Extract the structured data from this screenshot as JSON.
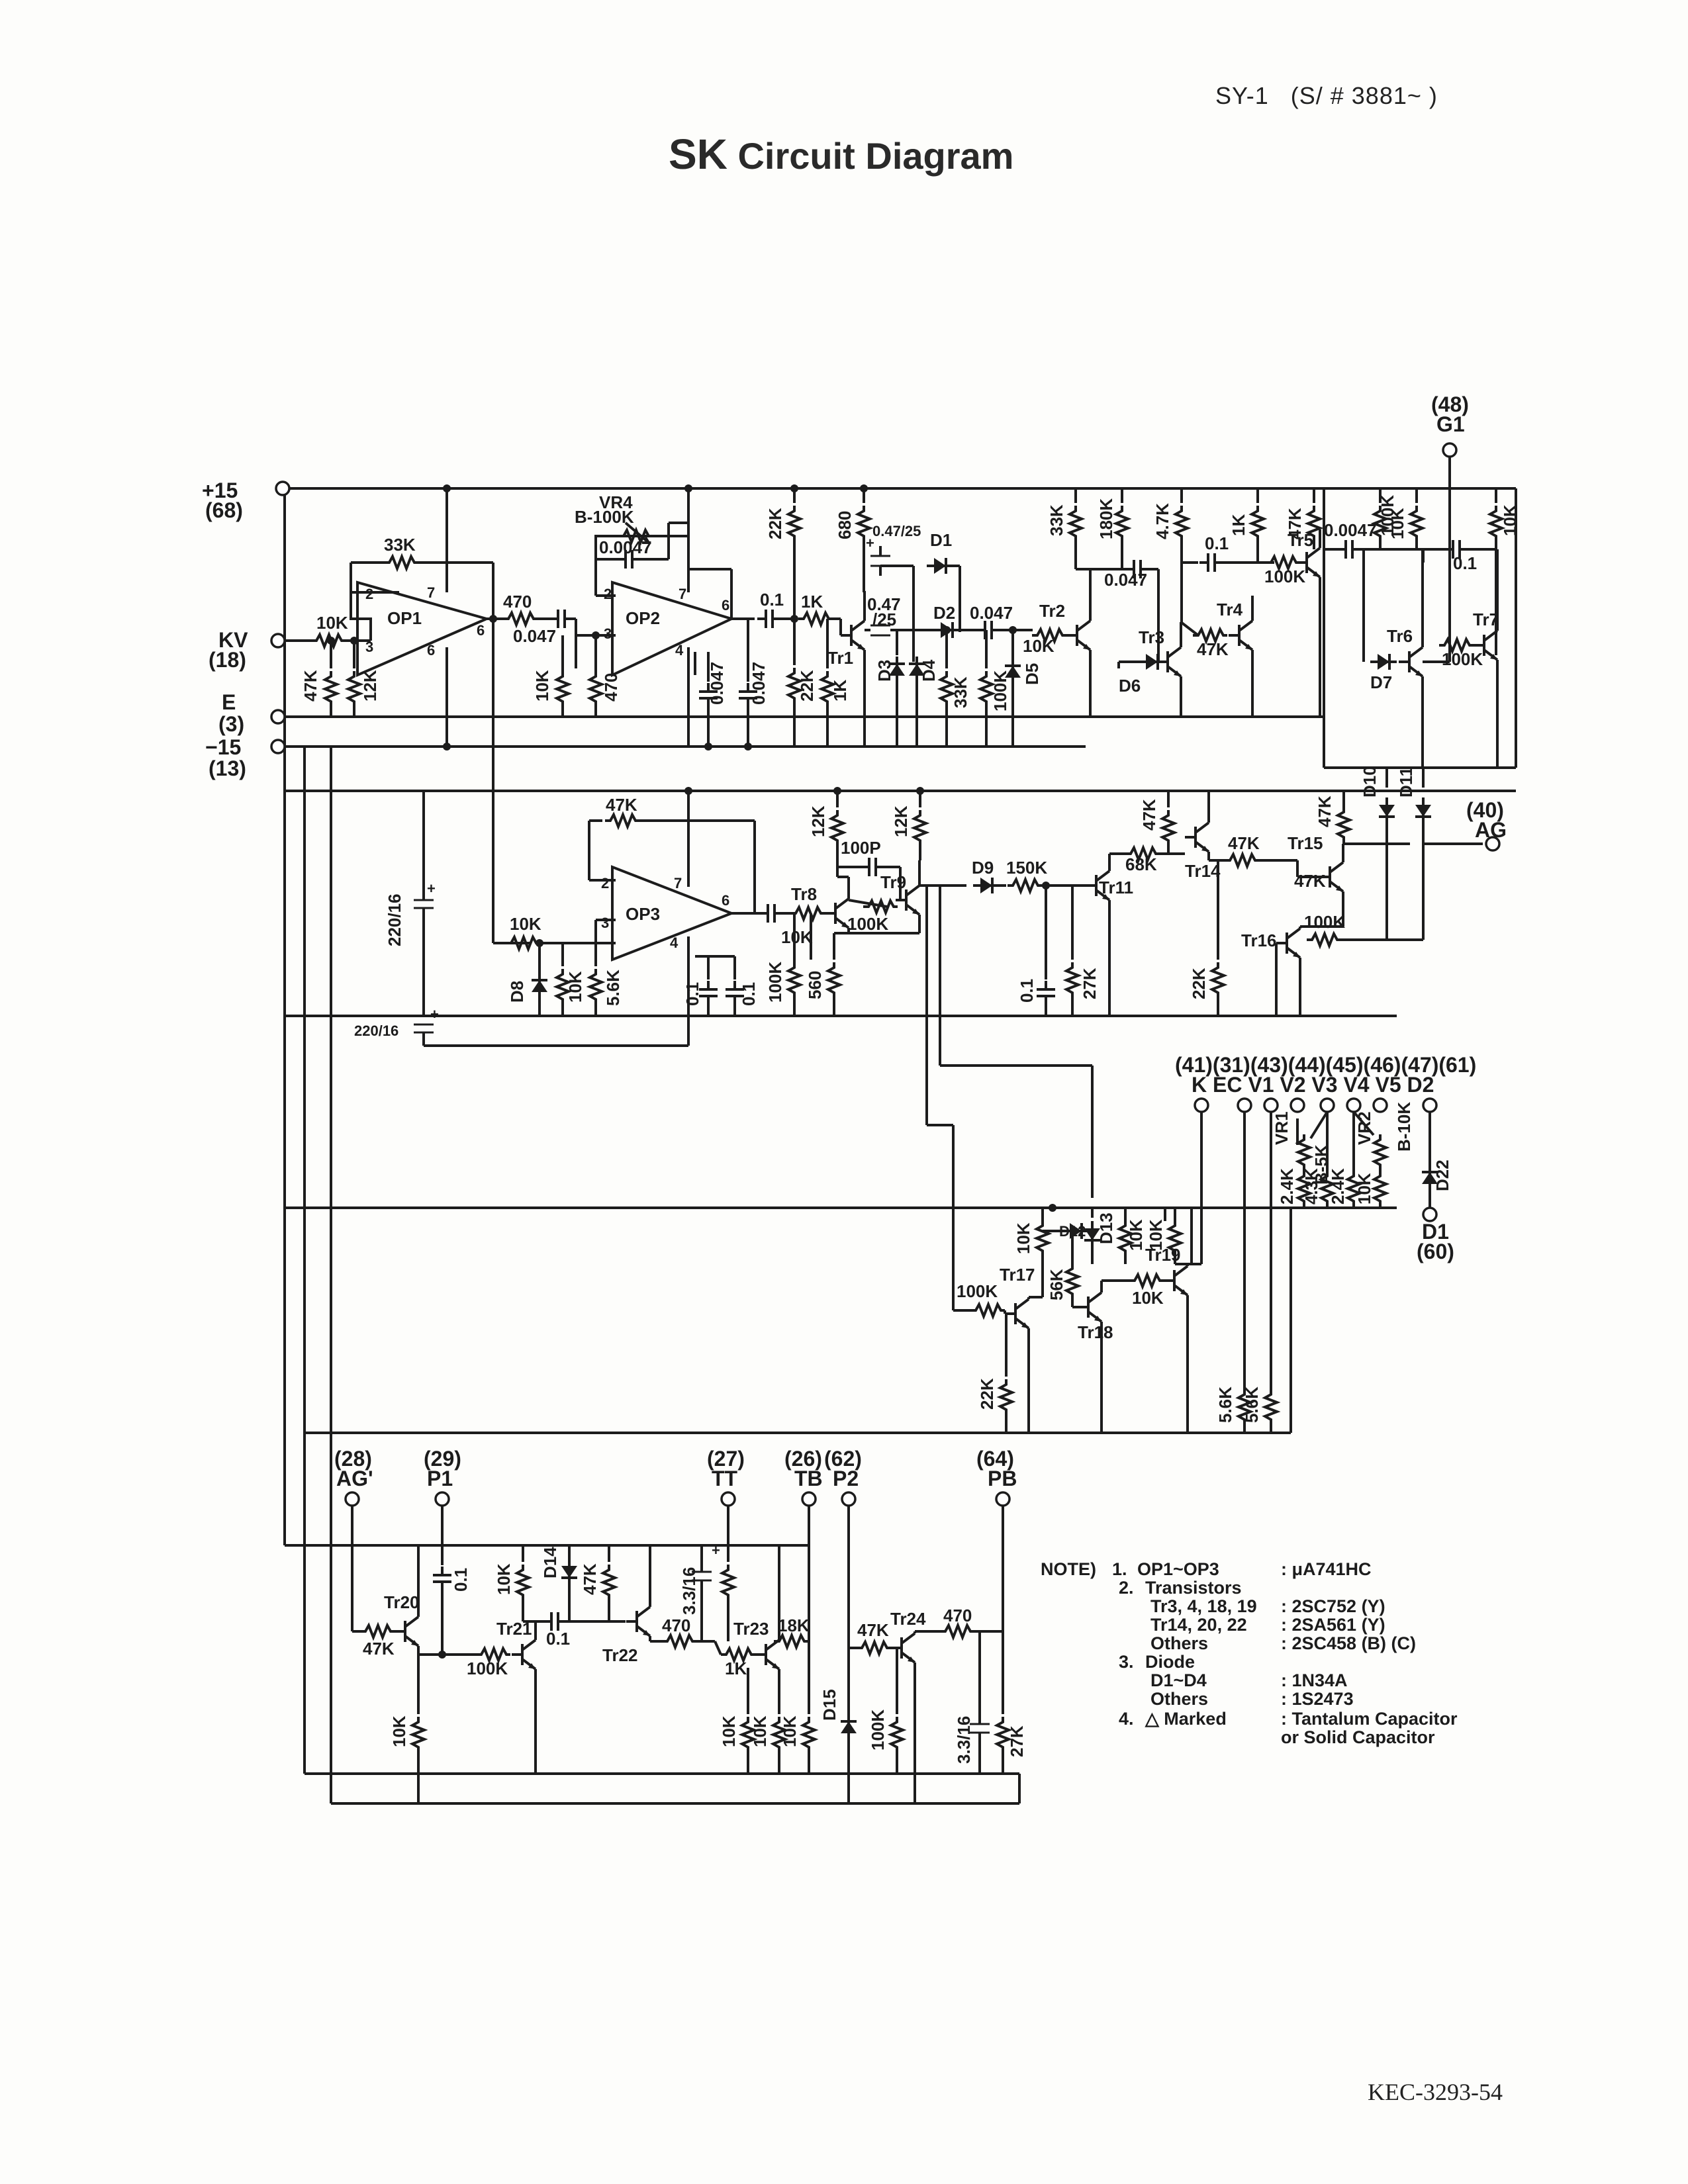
{
  "header": {
    "model": "SY-1",
    "serial": "(S/ #  3881~        )",
    "title_sk": "SK",
    "title_rest": "Circuit  Diagram"
  },
  "footer": {
    "code": "KEC-3293-54"
  },
  "terminals": {
    "p15": "+15",
    "p15_num": "(68)",
    "kv": "KV",
    "kv_num": "(18)",
    "e": "E",
    "e_num": "(3)",
    "m15": "−15",
    "m15_num": "(13)",
    "g1_num": "(48)",
    "g1": "G1",
    "ag_num": "(40)",
    "ag": "AG",
    "right_nums": "(41)(31)(43)(44)(45)(46)(47)(61)",
    "right_names": "K  EC V1  V2  V3 V4 V5   D2",
    "d1": "D1",
    "d1_num": "(60)",
    "agp_num": "(28)",
    "agp": "AG'",
    "p1_num": "(29)",
    "p1": "P1",
    "tt_num": "(27)",
    "tt": "TT",
    "tb_num": "(26)",
    "tb": "TB",
    "p2_num": "(62)",
    "p2": "P2",
    "pb_num": "(64)",
    "pb": "PB"
  },
  "opamps": [
    "OP1",
    "OP2",
    "OP3"
  ],
  "labels": {
    "r33k": "33K",
    "r10k_kv": "10K",
    "r47k_a": "47K",
    "r12k_a": "12K",
    "r470_a": "470",
    "c0047_a": "0.047",
    "vr4": "VR4",
    "vr4b": "B-100K",
    "c0047_b": "0.0047",
    "r10k_b": "10K",
    "r470_b": "470",
    "c0047_c": "0.047",
    "c0047_d": "0.047",
    "c01_a": "0.1",
    "r1k_a": "1K",
    "r22k_a": "22K",
    "r22k_b": "22K",
    "r1k_b": "1K",
    "r680": "680",
    "c047_25a": "0.47/25",
    "c047_25b": "0.47",
    "c047_25c": "/25",
    "d1": "D1",
    "d2": "D2",
    "d3": "D3",
    "d4": "D4",
    "d5": "D5",
    "tr1": "Tr1",
    "c0047_e": "0.047",
    "r33k_b": "33K",
    "r100k_a": "100K",
    "tr2": "Tr2",
    "r10k_c": "10K",
    "r33k_c": "33K",
    "r180k": "180K",
    "c0047_f": "0.047",
    "r47k_b": "4.7K",
    "c01_b": "0.1",
    "r1k_c": "1K",
    "r47k_c": "47K",
    "tr3": "Tr3",
    "d6": "D6",
    "tr4": "Tr4",
    "r47k_d": "47K",
    "tr5": "Tr5",
    "r100k_b": "100K",
    "c00047_g": "0.0047",
    "r100k_c": "100K",
    "r10k_d": "10K",
    "c01_c": "0.1",
    "r10k_e": "10K",
    "tr6": "Tr6",
    "tr7": "Tr7",
    "d7": "D7",
    "r100k_d": "100K",
    "c220_16a": "220/16",
    "c220_16b": "220/16",
    "r47k_op3": "47K",
    "r10k_op3": "10K",
    "d8": "D8",
    "r10k_f": "10K",
    "r56k_a": "5.6K",
    "c01_d": "0.1",
    "c01_e": "0.1",
    "r12k_b": "12K",
    "r12k_c": "12K",
    "c100p": "100P",
    "tr8": "Tr8",
    "tr9": "Tr9",
    "r10k_g": "10K",
    "r100k_e": "100K",
    "r100k_f": "100K",
    "r560": "560",
    "d9": "D9",
    "r150k": "150K",
    "tr11": "Tr11",
    "r68k": "68K",
    "c01_f": "0.1",
    "r27k": "27K",
    "r47k_e": "47K",
    "tr14": "Tr14",
    "r47k_f": "47K",
    "tr15": "Tr15",
    "r47k_g": "47K",
    "r47k_h": "47K",
    "d10": "D10",
    "d11": "D11",
    "tr16": "Tr16",
    "r100k_g": "100K",
    "r22k_c": "22K",
    "vr1": "VR1",
    "vr1b": "B-5K",
    "vr2": "VR2",
    "vr2b": "B-10K",
    "r24k_a": "2.4K",
    "r43k": "4.3K",
    "r24k_b": "2.4K",
    "r10k_h": "10K",
    "d22": "D22",
    "r10k_i": "10K",
    "d12": "D12",
    "d13": "D13",
    "r10k_j": "10K",
    "r10k_k": "10K",
    "r56k_b": "56K",
    "tr17": "Tr17",
    "tr18": "Tr18",
    "tr19": "Tr19",
    "r100k_h": "100K",
    "r10k_l": "10K",
    "r22k_d": "22K",
    "r56k_c": "5.6K",
    "r56k_d": "5.6K",
    "c01_g": "0.1",
    "r10k_m": "10K",
    "d14": "D14",
    "r47k_i": "47K",
    "c33_16a": "3.3/16",
    "tr20": "Tr20",
    "r47k_j": "47K",
    "tr21": "Tr21",
    "r100k_i": "100K",
    "c01_h": "0.1",
    "tr22": "Tr22",
    "r470_c": "470",
    "tr23": "Tr23",
    "r1k_d": "1K",
    "r18k": "18K",
    "r10k_n": "10K",
    "r10k_o": "10K",
    "r10k_p": "10K",
    "r10k_q": "10K",
    "d15": "D15",
    "r47k_k": "47K",
    "tr24": "Tr24",
    "r470_d": "470",
    "r100k_j": "100K",
    "c33_16b": "3.3/16",
    "r27k_b": "27K"
  },
  "notes": {
    "head": "NOTE)",
    "rows": [
      {
        "n": "1.",
        "left": "OP1~OP3",
        "right": ": μA741HC"
      },
      {
        "n": "2.",
        "left": "Transistors",
        "right": ""
      },
      {
        "n": "",
        "left": "Tr3, 4, 18, 19",
        "right": ":  2SC752 (Y)"
      },
      {
        "n": "",
        "left": "Tr14, 20, 22",
        "right": ":  2SA561 (Y)"
      },
      {
        "n": "",
        "left": "Others",
        "right": ":  2SC458 (B) (C)"
      },
      {
        "n": "3.",
        "left": "Diode",
        "right": ""
      },
      {
        "n": "",
        "left": "D1~D4",
        "right": ":  1N34A"
      },
      {
        "n": "",
        "left": "Others",
        "right": ":  1S2473"
      },
      {
        "n": "4.",
        "left": "△ Marked",
        "right": ":  Tantalum  Capacitor"
      },
      {
        "n": "",
        "left": "",
        "right": "   or  Solid  Capacitor"
      }
    ]
  }
}
